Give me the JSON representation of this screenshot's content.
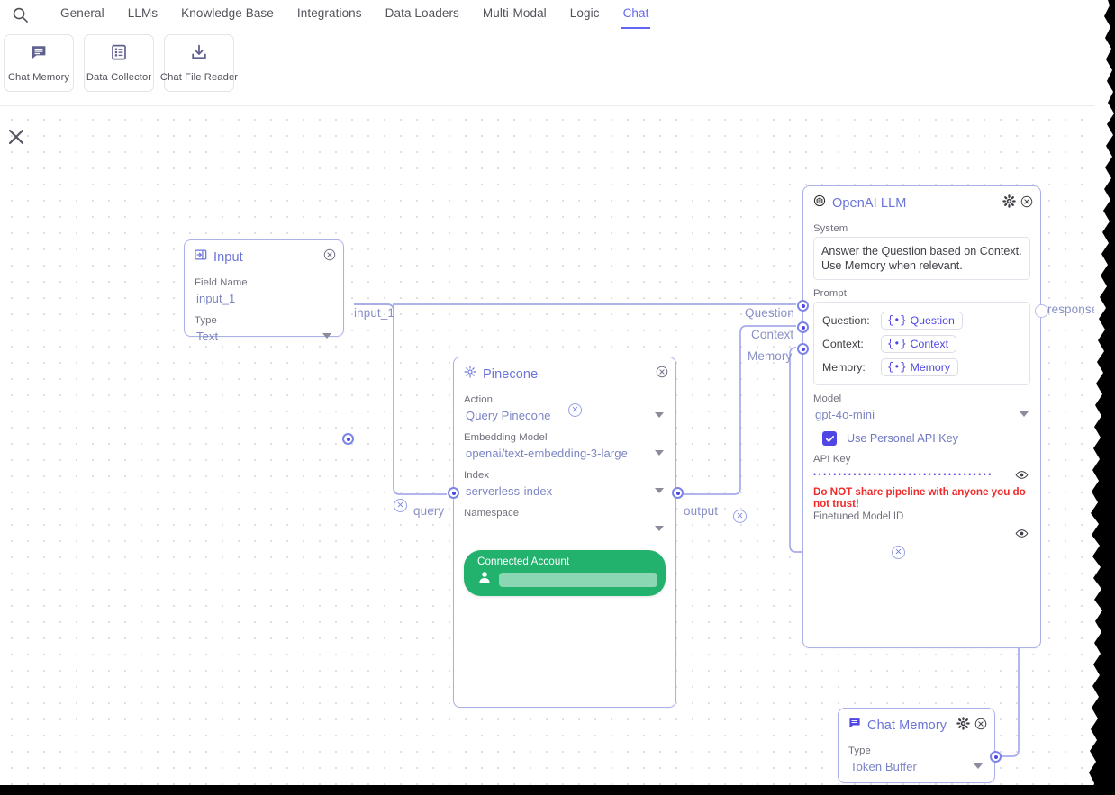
{
  "nav": {
    "search_icon": "search-icon",
    "tabs": [
      {
        "label": "General",
        "active": false
      },
      {
        "label": "LLMs",
        "active": false
      },
      {
        "label": "Knowledge Base",
        "active": false
      },
      {
        "label": "Integrations",
        "active": false
      },
      {
        "label": "Data Loaders",
        "active": false
      },
      {
        "label": "Multi-Modal",
        "active": false
      },
      {
        "label": "Logic",
        "active": false
      },
      {
        "label": "Chat",
        "active": true
      }
    ]
  },
  "toolbar": {
    "cards": [
      {
        "label": "Chat Memory",
        "icon": "chat-bubble-icon"
      },
      {
        "label": "Data Collector",
        "icon": "list-grid-icon"
      },
      {
        "label": "Chat File Reader",
        "icon": "download-icon"
      }
    ]
  },
  "canvas": {
    "close_label": "×"
  },
  "nodes": {
    "input": {
      "title": "Input",
      "icon": "input-arrow-icon",
      "fields": [
        {
          "label": "Field Name",
          "value": "input_1",
          "type": "text"
        },
        {
          "label": "Type",
          "value": "Text",
          "type": "select"
        }
      ],
      "output_handle_label": "input_1"
    },
    "pinecone": {
      "title": "Pinecone",
      "icon": "pinecone-gear-icon",
      "fields": [
        {
          "label": "Action",
          "value": "Query Pinecone",
          "type": "select"
        },
        {
          "label": "Embedding Model",
          "value": "openai/text-embedding-3-large",
          "type": "select"
        },
        {
          "label": "Index",
          "value": "serverless-index",
          "type": "select"
        },
        {
          "label": "Namespace",
          "value": "",
          "type": "select"
        }
      ],
      "connected_account": {
        "label": "Connected Account",
        "value": ""
      },
      "input_handle_label": "query",
      "output_handle_label": "output"
    },
    "openai": {
      "title": "OpenAI LLM",
      "icon": "openai-icon",
      "system_label": "System",
      "system_value": "Answer the Question based on Context. Use Memory when relevant.",
      "prompt_label": "Prompt",
      "prompt_lines": [
        {
          "key": "Question:",
          "pill": "Question"
        },
        {
          "key": "Context:",
          "pill": "Context"
        },
        {
          "key": "Memory:",
          "pill": "Memory"
        }
      ],
      "model_label": "Model",
      "model_value": "gpt-4o-mini",
      "personal_key_label": "Use Personal API Key",
      "personal_key_checked": true,
      "api_key_label": "API Key",
      "api_key_masked": "••••••••••••••••••••••••••••••••••••••",
      "warning": "Do NOT share pipeline with anyone you do not trust!",
      "finetuned_label": "Finetuned Model ID",
      "input_handle_labels": [
        "Question",
        "Context",
        "Memory"
      ],
      "output_handle_label": "response"
    },
    "chat_memory": {
      "title": "Chat Memory",
      "icon": "chat-bubble-icon",
      "fields": [
        {
          "label": "Type",
          "value": "Token Buffer",
          "type": "select"
        }
      ]
    }
  },
  "colors": {
    "accent": "#6366f1",
    "node_border": "#aab0e8",
    "edge": "#a7abe8",
    "label_text": "#8890c6",
    "green": "#23b26d",
    "warning_red": "#ef2b2b"
  }
}
